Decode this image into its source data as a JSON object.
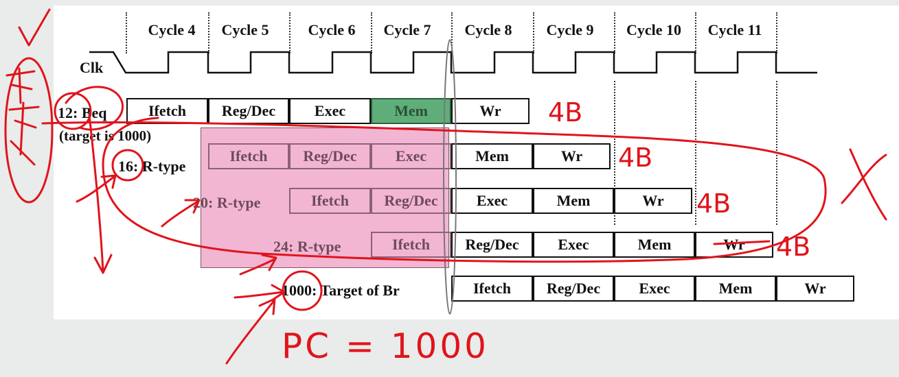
{
  "cycles": [
    "Cycle 4",
    "Cycle 5",
    "Cycle 6",
    "Cycle 7",
    "Cycle 8",
    "Cycle 9",
    "Cycle 10",
    "Cycle 11"
  ],
  "clock_label": "Clk",
  "instructions": [
    {
      "label": "12: Beq",
      "note": "(target is 1000)",
      "stages": [
        "Ifetch",
        "Reg/Dec",
        "Exec",
        "Mem",
        "Wr"
      ]
    },
    {
      "label": "16: R-type",
      "stages": [
        "Ifetch",
        "Reg/Dec",
        "Exec",
        "Mem",
        "Wr"
      ]
    },
    {
      "label": "20: R-type",
      "stages": [
        "Ifetch",
        "Reg/Dec",
        "Exec",
        "Mem",
        "Wr"
      ]
    },
    {
      "label": "24: R-type",
      "stages": [
        "Ifetch",
        "Reg/Dec",
        "Exec",
        "Mem",
        "Wr"
      ]
    },
    {
      "label": "1000: Target of Br",
      "stages": [
        "Ifetch",
        "Reg/Dec",
        "Exec",
        "Mem",
        "Wr"
      ]
    }
  ],
  "annotations": {
    "row_marks": [
      "4B",
      "4B",
      "4B",
      "4B"
    ],
    "pc_note": "PC = 1000"
  },
  "colors": {
    "ink": "#e0141c",
    "flushed_region": "#f2b6d3",
    "mem_highlight": "#5fae7a"
  }
}
